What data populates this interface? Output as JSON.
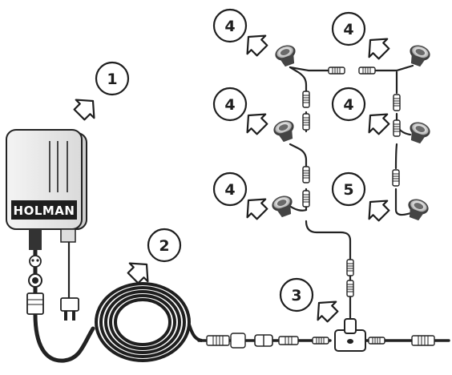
{
  "diagram": {
    "brand": "HOLMAN",
    "callouts": [
      {
        "id": "transformer",
        "label": "1"
      },
      {
        "id": "extension-cable",
        "label": "2"
      },
      {
        "id": "t-connector",
        "label": "3"
      },
      {
        "id": "light-top-left",
        "label": "4"
      },
      {
        "id": "light-top-right",
        "label": "4"
      },
      {
        "id": "light-middle-left",
        "label": "4"
      },
      {
        "id": "light-middle-right",
        "label": "4"
      },
      {
        "id": "light-bottom-left",
        "label": "4"
      },
      {
        "id": "light-end",
        "label": "5"
      }
    ]
  }
}
